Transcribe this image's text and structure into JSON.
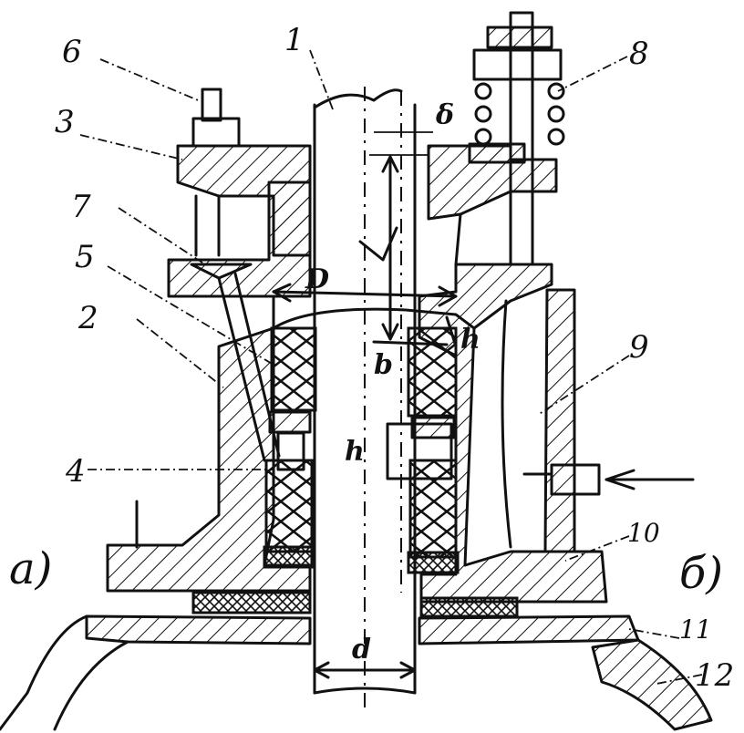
{
  "labels": {
    "l1": "1",
    "l2": "2",
    "l3": "3",
    "l4": "4",
    "l5": "5",
    "l6": "6",
    "l7": "7",
    "l8": "8",
    "l9": "9",
    "l10": "10",
    "l11": "11",
    "l12": "12"
  },
  "dimensions": {
    "delta": "δ",
    "D": "D",
    "b": "b",
    "h": "h",
    "d": "d",
    "h_small": "h"
  },
  "subfigures": {
    "a": "a)",
    "b": "б)"
  }
}
